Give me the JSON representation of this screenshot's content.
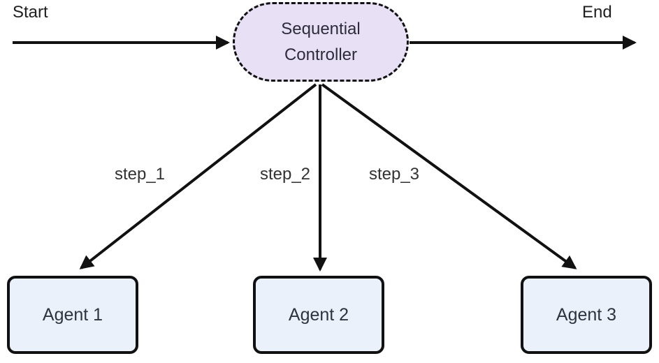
{
  "diagram": {
    "type": "flowchart",
    "direction": "top-to-bottom"
  },
  "labels": {
    "start": "Start",
    "end": "End"
  },
  "nodes": {
    "controller": {
      "label": "Sequential Controller",
      "shape": "stadium",
      "border_style": "dashed"
    },
    "agents": [
      {
        "label": "Agent 1"
      },
      {
        "label": "Agent 2"
      },
      {
        "label": "Agent 3"
      }
    ]
  },
  "edges": [
    {
      "from": "Start",
      "to": "Sequential Controller",
      "label": ""
    },
    {
      "from": "Sequential Controller",
      "to": "End",
      "label": ""
    },
    {
      "from": "Sequential Controller",
      "to": "Agent 1",
      "label": "step_1"
    },
    {
      "from": "Sequential Controller",
      "to": "Agent 2",
      "label": "step_2"
    },
    {
      "from": "Sequential Controller",
      "to": "Agent 3",
      "label": "step_3"
    }
  ],
  "colors": {
    "stroke": "#111111",
    "controller_fill": "#E8E1F6",
    "agent_fill": "#EBF1FA",
    "label_text": "#1F1F1F",
    "node_text": "#2E2B3B"
  }
}
